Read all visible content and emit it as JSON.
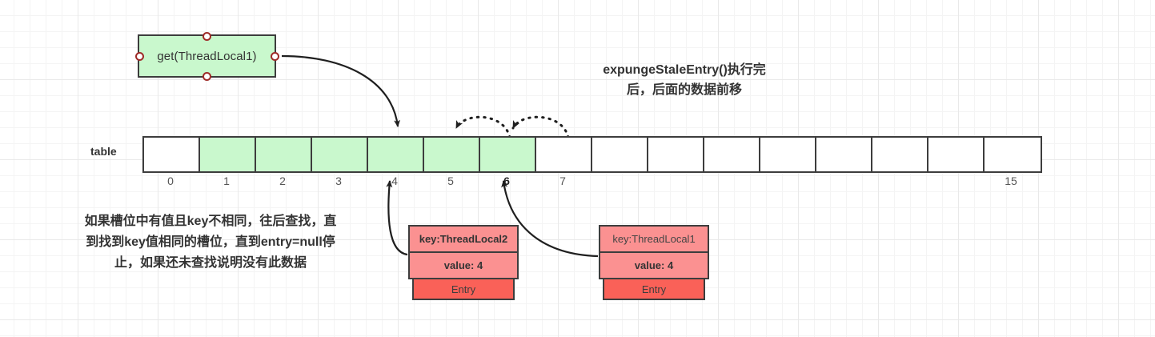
{
  "diagram": {
    "title_note": [
      "expungeStaleEntry()执行完",
      "后，后面的数据前移"
    ],
    "left_note": [
      "如果槽位中有值且key不相同，往后查找，直",
      "到找到key值相同的槽位，直到entry=null停",
      "止，如果还未查找说明没有此数据"
    ]
  },
  "get_node": {
    "label": "get(ThreadLocal1)",
    "fill": "#c9f8cd",
    "stroke": "#3d3d3d",
    "port_color": "#9e2b27"
  },
  "table": {
    "label": "table",
    "cell_count": 16,
    "filled_indices": [
      1,
      2,
      3,
      4,
      5,
      6
    ],
    "fill_color": "#c9f8cd",
    "empty_color": "#ffffff",
    "index_labels": [
      "0",
      "1",
      "2",
      "3",
      "4",
      "5",
      "6",
      "7",
      "",
      "",
      "",
      "",
      "",
      "",
      "",
      "15"
    ],
    "emphasized_indices": [
      6
    ]
  },
  "entries": [
    {
      "key": "key:ThreadLocal2",
      "key_bold": true,
      "value": "value: 4",
      "tail": "Entry",
      "header_color": "#fb9191",
      "tail_color": "#fa6158",
      "points_to_index": 4
    },
    {
      "key": "key:ThreadLocal1",
      "key_bold": false,
      "value": "value: 4",
      "tail": "Entry",
      "header_color": "#fb9191",
      "tail_color": "#fa6158",
      "points_to_index": 6
    }
  ],
  "connectors": {
    "get_to_slot4": "solid-curved-arrow",
    "entry1_to_slot4": "solid-curved-arrow",
    "entry2_to_slot6": "solid-curved-arrow",
    "shift_arc_1": "dotted-arc-arrow",
    "shift_arc_2": "dotted-arc-arrow"
  }
}
